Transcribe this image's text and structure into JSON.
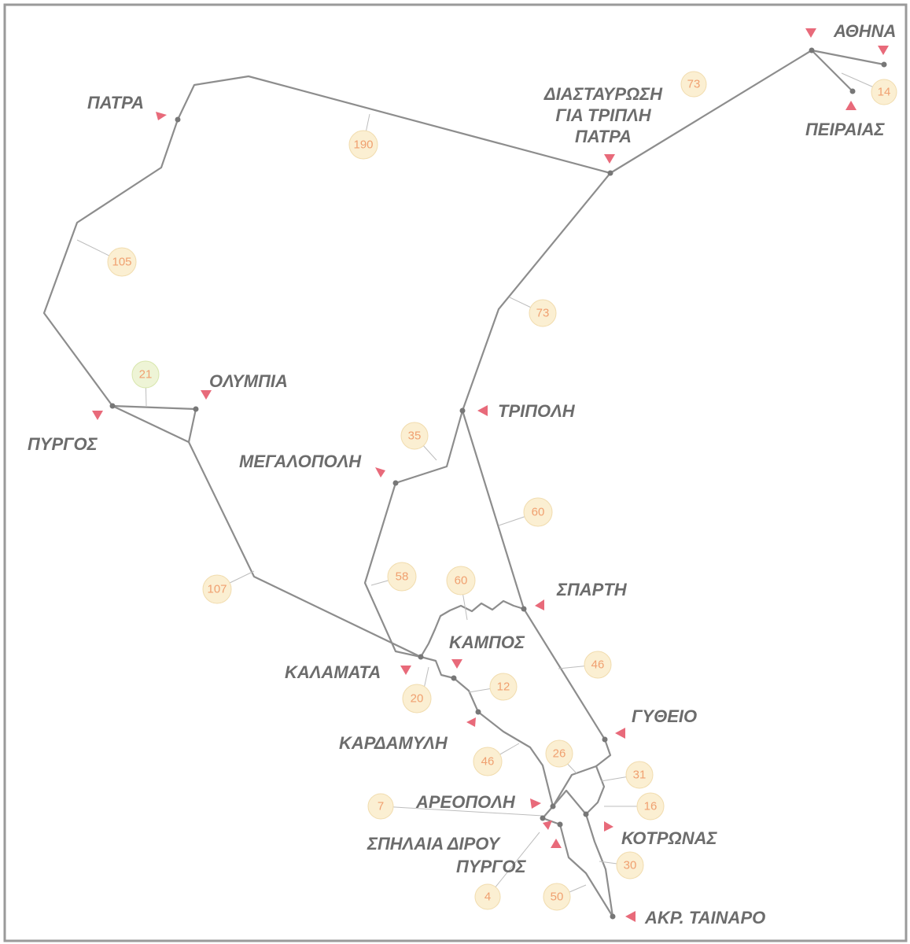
{
  "map": {
    "cities": {
      "athina": "ΑΘΗΝΑ",
      "peiraias": "ΠΕΙΡΑΙΑΣ",
      "junction_1": "ΔΙΑΣΤΑΥΡΩΣΗ",
      "junction_2": "ΓΙΑ ΤΡΙΠΛΗ",
      "junction_3": "ΠΑΤΡΑ",
      "patra": "ΠΑΤΡΑ",
      "pyrgos": "ΠΥΡΓΟΣ",
      "olympia": "ΟΛΥΜΠΙΑ",
      "tripoli": "ΤΡΙΠΟΛΗ",
      "megalopoli": "ΜΕΓΑΛΟΠΟΛΗ",
      "sparti": "ΣΠΑΡΤΗ",
      "kampos": "ΚΑΜΠΟΣ",
      "kalamata": "ΚΑΛΑΜΑΤΑ",
      "kardamyli": "ΚΑΡΔΑΜΥΛΗ",
      "gytheio": "ΓΥΘΕΙΟ",
      "areopoli": "ΑΡΕΟΠΟΛΗ",
      "spilaia_dirou": "ΣΠΗΛΑΙΑ ΔΙΡΟΥ",
      "pyrgos_mani": "ΠΥΡΓΟΣ",
      "kotronas": "ΚΟΤΡΩΝΑΣ",
      "tainaro": "ΑΚΡ. ΤΑΙΝΑΡΟ"
    },
    "distances": {
      "athina_junction": "73",
      "athina_peiraias": "14",
      "junction_patra": "190",
      "patra_pyrgos": "105",
      "pyrgos_olympia": "21",
      "junction_tripoli": "73",
      "tripoli_megalopoli": "35",
      "tripoli_sparti": "60",
      "pyrgos_kalamata": "107",
      "megalopoli_kalamata": "58",
      "kampos_sparti": "60",
      "sparti_gytheio": "46",
      "kalamata_kampos": "20",
      "kampos_kardamyli": "12",
      "kardamyli_areopoli": "46",
      "gytheio_areopoli": "26",
      "gytheio_kotronas": "31",
      "areopoli_kotronas": "16",
      "areopoli_dirou": "7",
      "pyrgos_tainaro": "30",
      "dirou_pyrgos": "4",
      "areopoli_tainaro": "50"
    },
    "colors": {
      "road": "#8d8d8d",
      "marker": "#e86a7a",
      "label": "#6c6c6c",
      "badge_fill": "#fbefd2",
      "badge_text": "#f0a070",
      "badge_green_fill": "#eef4d6"
    }
  }
}
